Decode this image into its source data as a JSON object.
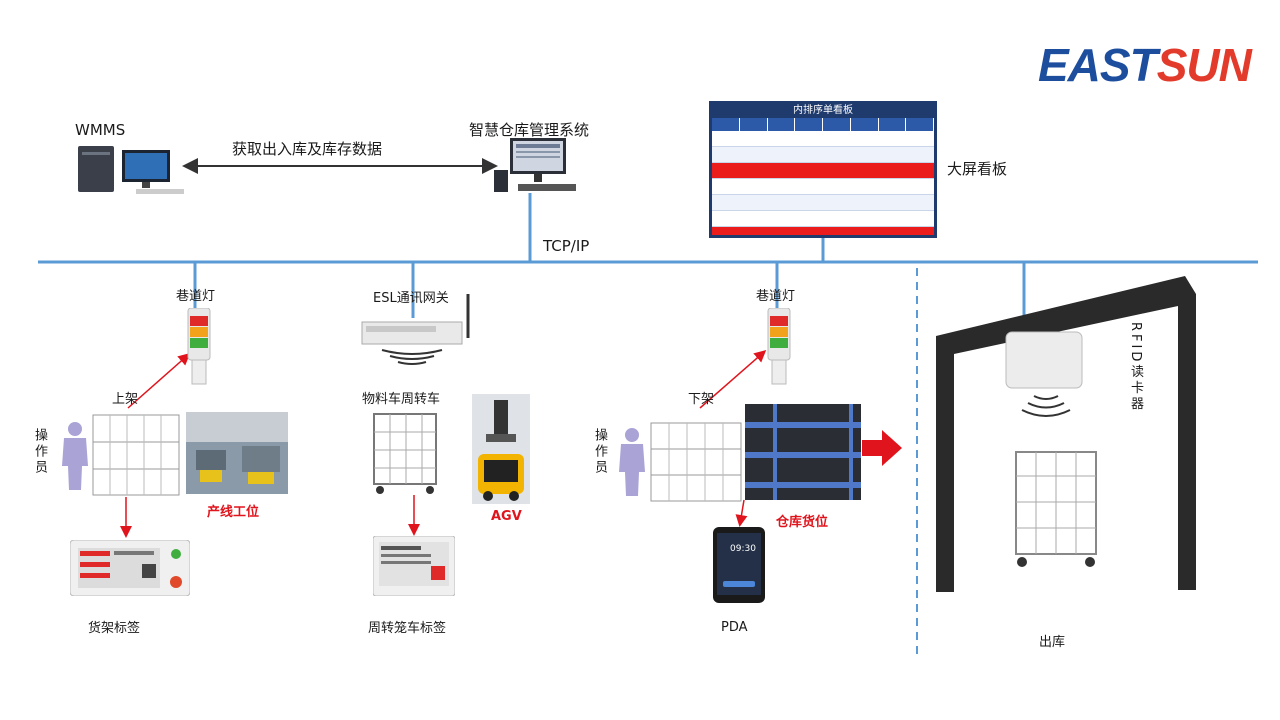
{
  "logo": {
    "part1": "EAST",
    "part2": "SUN"
  },
  "labels": {
    "wmms": "WMMS",
    "data_flow": "获取出入库及库存数据",
    "smart_system": "智慧仓库管理系统",
    "big_screen": "大屏看板",
    "tcpip": "TCP/IP",
    "board_title": "内排序单看板",
    "lane_light_1": "巷道灯",
    "esl_gateway": "ESL通讯网关",
    "lane_light_2": "巷道灯",
    "shelve_up": "上架",
    "shelve_down": "下架",
    "material_cart": "物料车周转车",
    "operator_1": "操作员",
    "operator_2": "操作员",
    "production_station": "产线工位",
    "agv": "AGV",
    "warehouse_location": "仓库货位",
    "rack_label": "货架标签",
    "cage_cart_label": "周转笼车标签",
    "pda": "PDA",
    "pda_time": "09:30",
    "rfid_reader": "RFID读卡器",
    "outbound": "出库"
  },
  "colors": {
    "network": "#5b9bd5",
    "arrow_red": "#e0141c",
    "board_frame": "#1f3a6d",
    "logo_blue": "#1d4e9e",
    "logo_red": "#e33b2b"
  }
}
